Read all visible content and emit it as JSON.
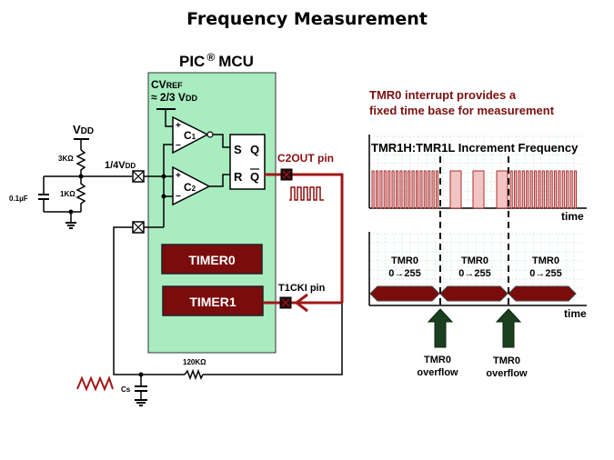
{
  "title": "Frequency Measurement",
  "mcu": {
    "title": "PIC",
    "reg": "®",
    "title2": "MCU",
    "cvref_main": "CV",
    "cvref_sub": "REF",
    "cvref_value": "≈ 2/3 V",
    "cvref_value_sub": "DD",
    "comparator1": "C",
    "comparator1_sub": "1",
    "comparator2": "C",
    "comparator2_sub": "2",
    "plus": "+",
    "minus": "−",
    "latch_s": "S",
    "latch_q": "Q",
    "latch_r": "R",
    "latch_qbar": "Q",
    "timer0": "TIMER0",
    "timer1": "TIMER1"
  },
  "circuit": {
    "vdd_main": "V",
    "vdd_sub": "DD",
    "r_top": "3KΩ",
    "r_bottom": "1KΩ",
    "cap": "0.1µF",
    "quarter_vdd": "1/4V",
    "quarter_vdd_sub": "DD",
    "c2out_pin": "C2OUT pin",
    "t1cki_pin": "T1CKI pin",
    "r_feedback": "120KΩ",
    "cs": "Cs"
  },
  "timing": {
    "caption_line1": "TMR0 interrupt provides a",
    "caption_line2": "fixed time base for measurement",
    "top_label": "TMR1H:TMR1L Increment Frequency",
    "time_label_top": "time",
    "time_label_bottom": "time",
    "segments": [
      {
        "line1": "TMR0",
        "line2": "0→255"
      },
      {
        "line1": "TMR0",
        "line2": "0→255"
      },
      {
        "line1": "TMR0",
        "line2": "0→255"
      }
    ],
    "overflows": [
      {
        "line1": "TMR0",
        "line2": "overflow"
      },
      {
        "line1": "TMR0",
        "line2": "overflow"
      }
    ]
  },
  "colors": {
    "mcu_fill": "#a8ecc0",
    "timer_fill": "#7a0c0c",
    "signal_red": "#a01818",
    "caption_red": "#7a1010",
    "arrow_green": "#1a4020",
    "pulse_fill": "#f2c4c4"
  }
}
